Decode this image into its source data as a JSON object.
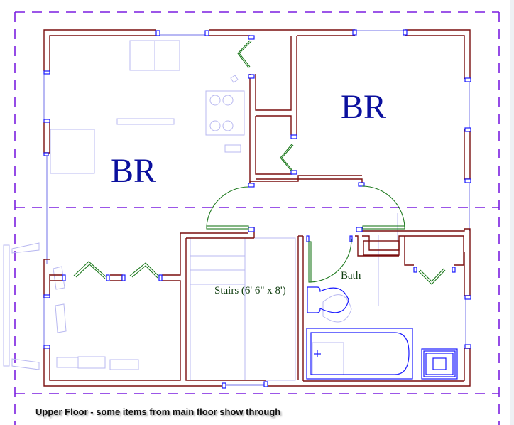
{
  "caption": "Upper Floor - some items from main floor show through",
  "rooms": [
    {
      "label": "BR",
      "id": "bedroom-left"
    },
    {
      "label": "BR",
      "id": "bedroom-right"
    },
    {
      "label": "Bath",
      "id": "bath"
    },
    {
      "label": "Stairs (6' 6\" x 8')",
      "id": "stairs"
    }
  ],
  "colors": {
    "wall": "#7a0f0f",
    "window": "#1a1aff",
    "door": "#1f7a1f",
    "fixture": "#1a1aff",
    "ghost": "#b8b8f0",
    "dashed_boundary": "#7b1fe0",
    "room_label": "#0b109e",
    "small_label": "#0f3d0f"
  }
}
